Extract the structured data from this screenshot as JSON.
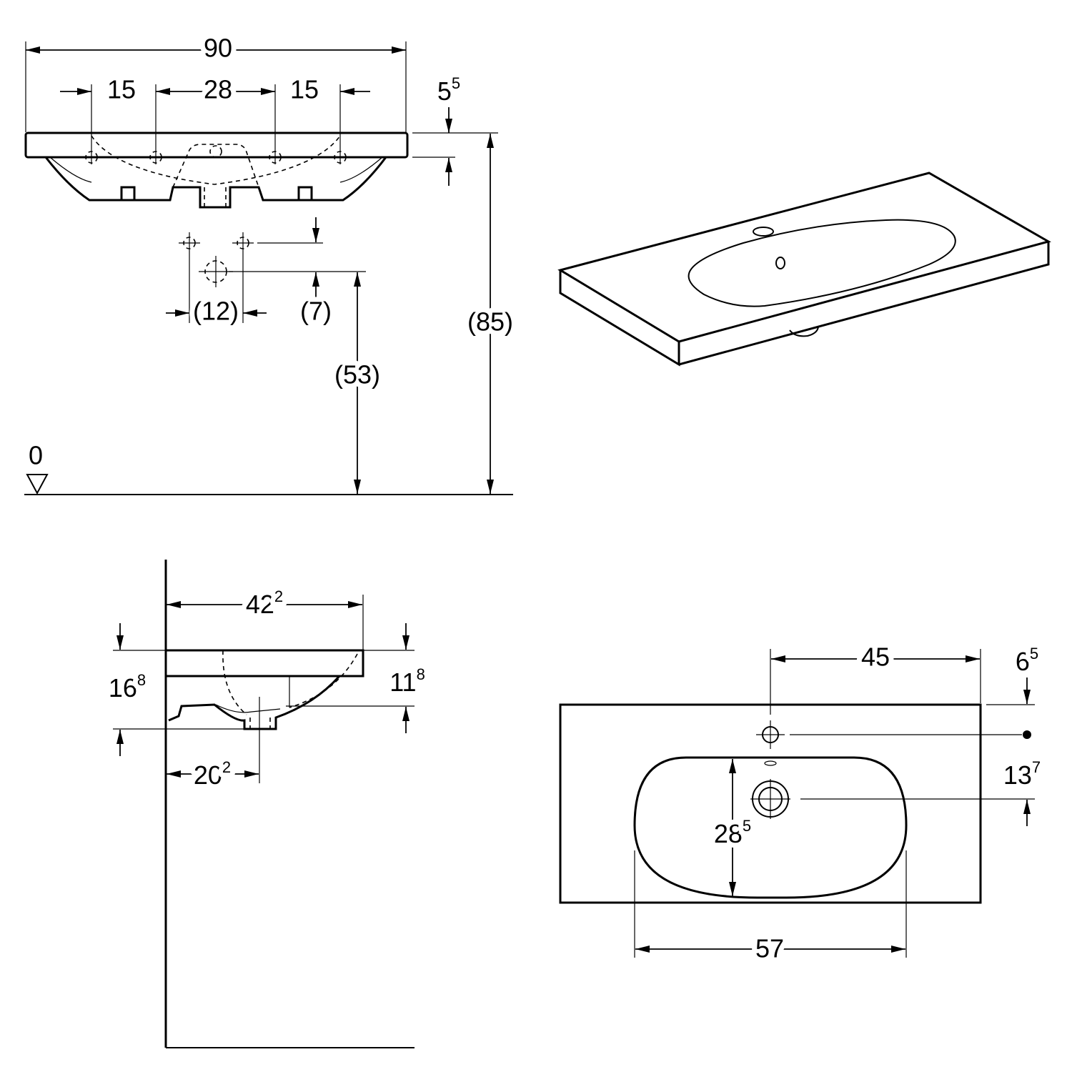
{
  "front_view": {
    "overall_width": "90",
    "hole_spacing": [
      "15",
      "28",
      "15"
    ],
    "rim_thickness": {
      "main": "5",
      "sup": "5"
    },
    "overall_height": "(85)",
    "trap_spacing": "(12)",
    "trap_offset": "(7)",
    "trap_height": "(53)",
    "floor_level": "0"
  },
  "side_view": {
    "depth": {
      "main": "42",
      "sup": "2"
    },
    "total_height": {
      "main": "16",
      "sup": "8"
    },
    "bowl_height": {
      "main": "11",
      "sup": "8"
    },
    "drain_offset": {
      "main": "20",
      "sup": "2"
    }
  },
  "top_view": {
    "tap_hole_offset": "45",
    "tap_hole_from_back": {
      "main": "6",
      "sup": "5"
    },
    "tap_to_drain": {
      "main": "13",
      "sup": "7"
    },
    "bowl_depth": {
      "main": "28",
      "sup": "5"
    },
    "bowl_width": "57"
  }
}
